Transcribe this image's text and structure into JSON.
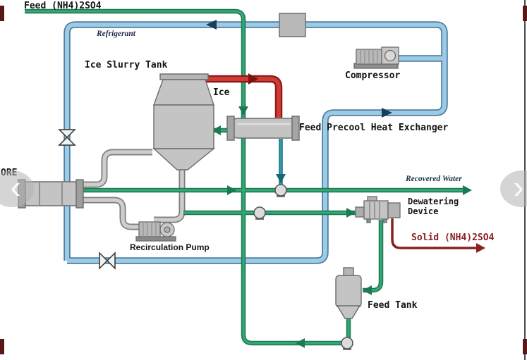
{
  "nav": {
    "prev_glyph": "‹",
    "next_glyph": "›"
  },
  "diagram": {
    "labels": {
      "feed": "Feed (NH4)2SO4",
      "refrigerant": "Refrigerant",
      "ice_slurry_tank": "Ice Slurry Tank",
      "ice": "Ice",
      "compressor": "Compressor",
      "heat_exchanger": "Feed Precool Heat Exchanger",
      "ore": "ORE",
      "recovered_water": "Recovered Water",
      "dewatering_device": "Dewatering Device",
      "solid_product": "Solid (NH4)2SO4",
      "recirculation_pump": "Recirculation Pump",
      "feed_tank": "Feed Tank"
    },
    "colors": {
      "refrigerant_pipe": "#9dcbe6",
      "feed_pipe": "#35a877",
      "ice_pipe": "#cf3b31",
      "melt_water_pipe": "#2f9cab",
      "solid_product_line": "#8b2020",
      "recirculation_loop_pipe": "#cdcdcd",
      "equipment_fill": "#c4c4c4"
    }
  }
}
